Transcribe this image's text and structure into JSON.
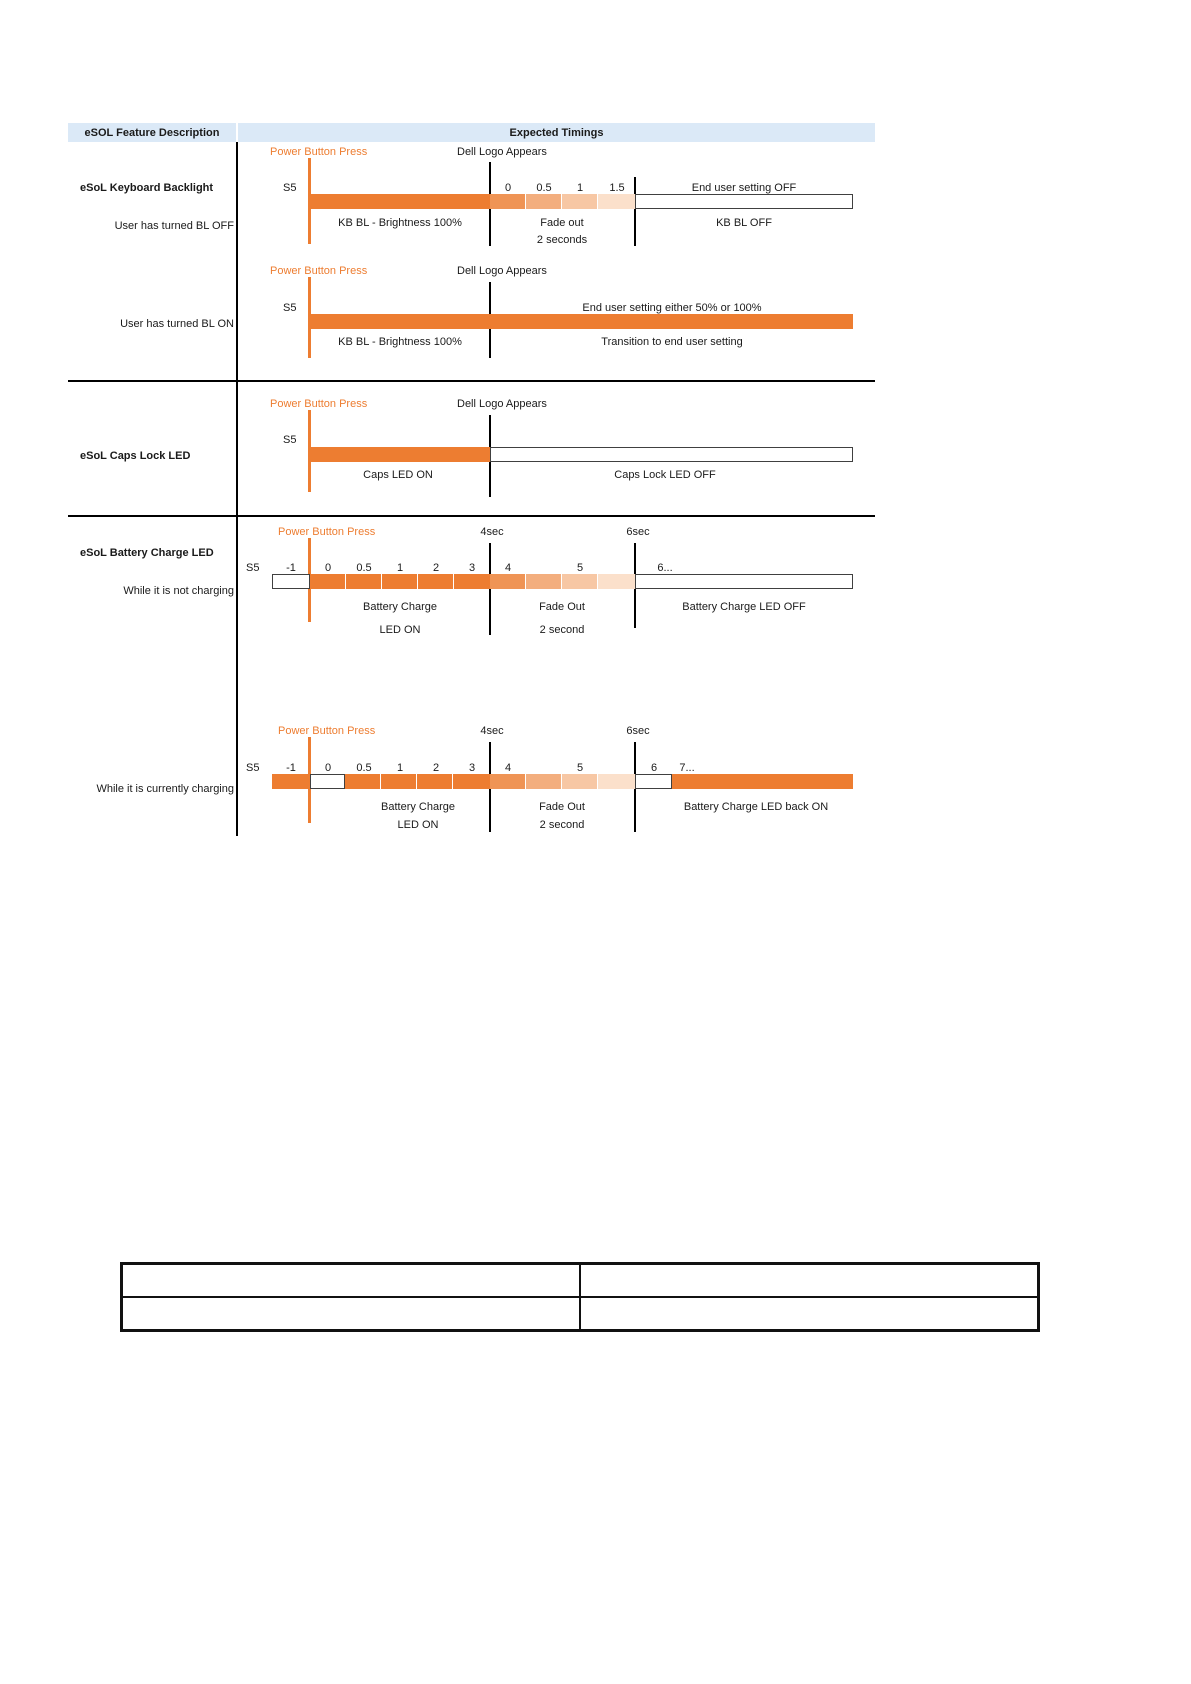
{
  "header": {
    "feature": "eSOL Feature Description",
    "timings": "Expected Timings"
  },
  "colors": {
    "accent_orange": "#ED7D31",
    "fade_steps": [
      "#EF9455",
      "#F3AE7E",
      "#F7C7A4",
      "#FBE0CB"
    ],
    "header_bg": "#DBE9F7",
    "line_black": "#000000"
  },
  "keyboard": {
    "title": "eSoL Keyboard Backlight",
    "off": {
      "label": "User has turned BL OFF",
      "power": "Power Button Press",
      "logo": "Dell Logo Appears",
      "s5": "S5",
      "ticks": [
        "0",
        "0.5",
        "1",
        "1.5"
      ],
      "end_setting": "End user setting OFF",
      "brightness": "KB BL - Brightness 100%",
      "fade": "Fade out",
      "fade_dur": "2 seconds",
      "off_label": "KB BL OFF"
    },
    "on": {
      "label": "User has turned BL ON",
      "power": "Power Button Press",
      "logo": "Dell Logo Appears",
      "s5": "S5",
      "end_setting": "End user setting either 50% or 100%",
      "brightness": "KB BL - Brightness 100%",
      "transition": "Transition to end user setting"
    }
  },
  "caps": {
    "title": "eSoL Caps Lock LED",
    "power": "Power Button Press",
    "logo": "Dell Logo Appears",
    "s5": "S5",
    "on_label": "Caps LED ON",
    "off_label": "Caps Lock LED OFF"
  },
  "battery": {
    "title": "eSoL Battery Charge LED",
    "not_charging": {
      "label": "While it is not charging",
      "power": "Power Button Press",
      "t4": "4sec",
      "t6": "6sec",
      "s5": "S5",
      "ticks": [
        "-1",
        "0",
        "0.5",
        "1",
        "2",
        "3",
        "4",
        "5",
        "6..."
      ],
      "on1": "Battery Charge",
      "on2": "LED ON",
      "fade1": "Fade Out",
      "fade2": "2 second",
      "off_label": "Battery Charge LED OFF"
    },
    "charging": {
      "label": "While it is currently charging",
      "power": "Power Button Press",
      "t4": "4sec",
      "t6": "6sec",
      "s5": "S5",
      "ticks": [
        "-1",
        "0",
        "0.5",
        "1",
        "2",
        "3",
        "4",
        "5",
        "6",
        "7..."
      ],
      "on1": "Battery Charge",
      "on2": "LED ON",
      "fade1": "Fade Out",
      "fade2": "2 second",
      "back_on": "Battery Charge LED back ON"
    }
  },
  "bottom_table": {
    "cells": [
      [
        "",
        ""
      ],
      [
        "",
        ""
      ]
    ]
  }
}
